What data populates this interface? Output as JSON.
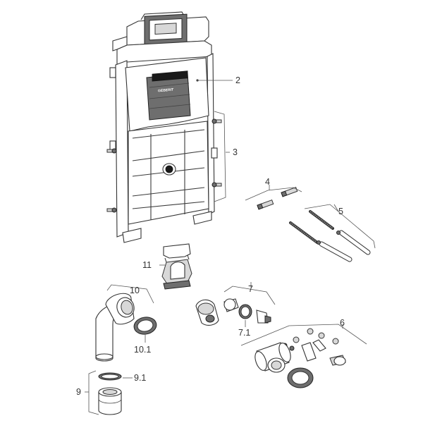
{
  "callouts": {
    "c2": "2",
    "c3": "3",
    "c4": "4",
    "c5": "5",
    "c6": "6",
    "c7": "7",
    "c7_1": "7.1",
    "c9": "9",
    "c9_1": "9.1",
    "c10": "10",
    "c10_1": "10.1",
    "c11": "11"
  },
  "brand_mark": "GEBERIT"
}
